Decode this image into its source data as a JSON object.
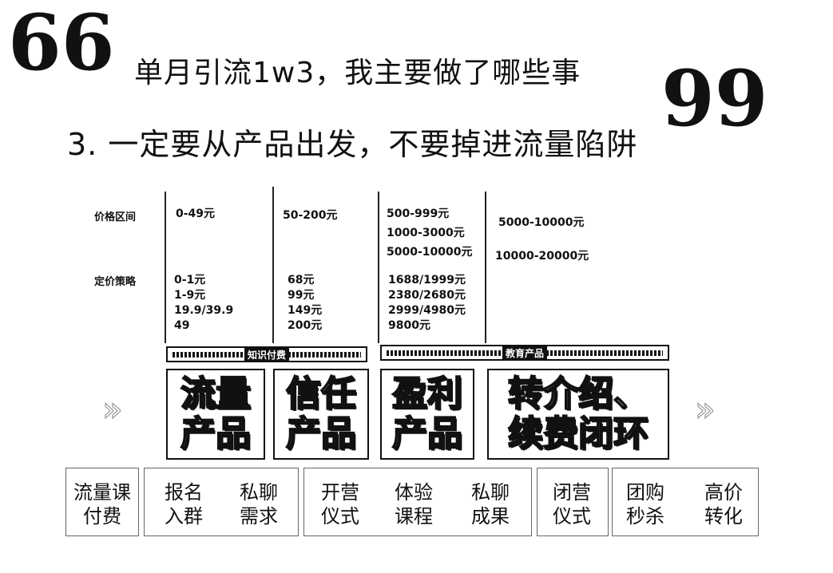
{
  "header": {
    "title": "单月引流1w3，我主要做了哪些事",
    "subtitle": "3. 一定要从产品出发，不要掉进流量陷阱",
    "quote_open": "66",
    "quote_close": "99"
  },
  "table": {
    "row_labels": [
      "价格区间",
      "定价策略"
    ],
    "columns": [
      {
        "price_ranges": [
          "0-49元"
        ],
        "pricing": [
          "0-1元",
          "1-9元",
          "19.9/39.9",
          "49"
        ]
      },
      {
        "price_ranges": [
          "50-200元"
        ],
        "pricing": [
          "68元",
          "99元",
          "149元",
          "200元"
        ]
      },
      {
        "price_ranges": [
          "500-999元",
          "1000-3000元",
          "5000-10000元"
        ],
        "pricing": [
          "1688/1999元",
          "2380/2680元",
          "2999/4980元",
          "9800元"
        ]
      },
      {
        "price_ranges": [
          "5000-10000元",
          "10000-20000元"
        ],
        "pricing": []
      }
    ]
  },
  "bands": [
    "知识付费",
    "教育产品"
  ],
  "products": [
    "流量\n产品",
    "信任\n产品",
    "盈利\n产品",
    "转介绍、\n续费闭环"
  ],
  "steps": [
    "流量课\n付费",
    "报名\n入群",
    "私聊\n需求",
    "开营\n仪式",
    "体验\n课程",
    "私聊\n成果",
    "闭营\n仪式",
    "团购\n秒杀",
    "高价\n转化"
  ],
  "icons": {
    "left_arrow": "double-chevron-right-icon",
    "right_arrow": "double-chevron-right-icon"
  }
}
